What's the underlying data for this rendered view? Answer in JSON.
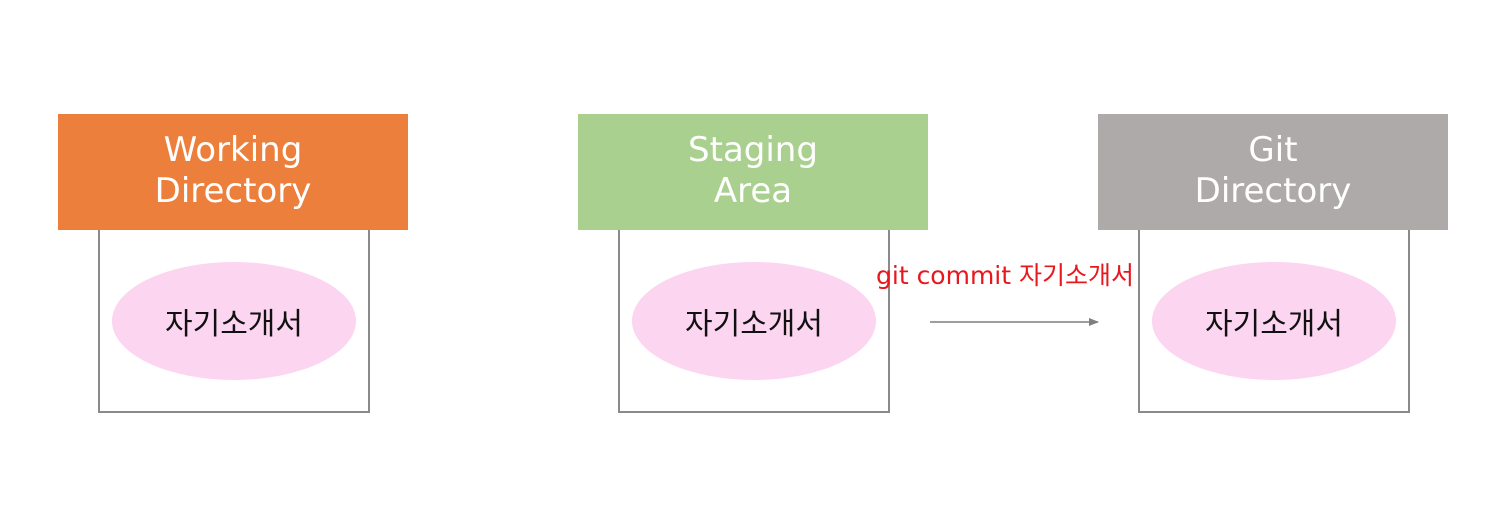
{
  "stages": [
    {
      "id": "working",
      "title": "Working\nDirectory",
      "color": "#ec7f3b",
      "file": "자기소개서"
    },
    {
      "id": "staging",
      "title": "Staging\nArea",
      "color": "#a9d08e",
      "file": "자기소개서"
    },
    {
      "id": "git",
      "title": "Git\nDirectory",
      "color": "#aeaaaa",
      "file": "자기소개서"
    }
  ],
  "file_color": "#fcd5f0",
  "arrow": {
    "label": "git commit 자기소개서",
    "label_color": "#e8171e",
    "line_color": "#7f7f7f"
  }
}
